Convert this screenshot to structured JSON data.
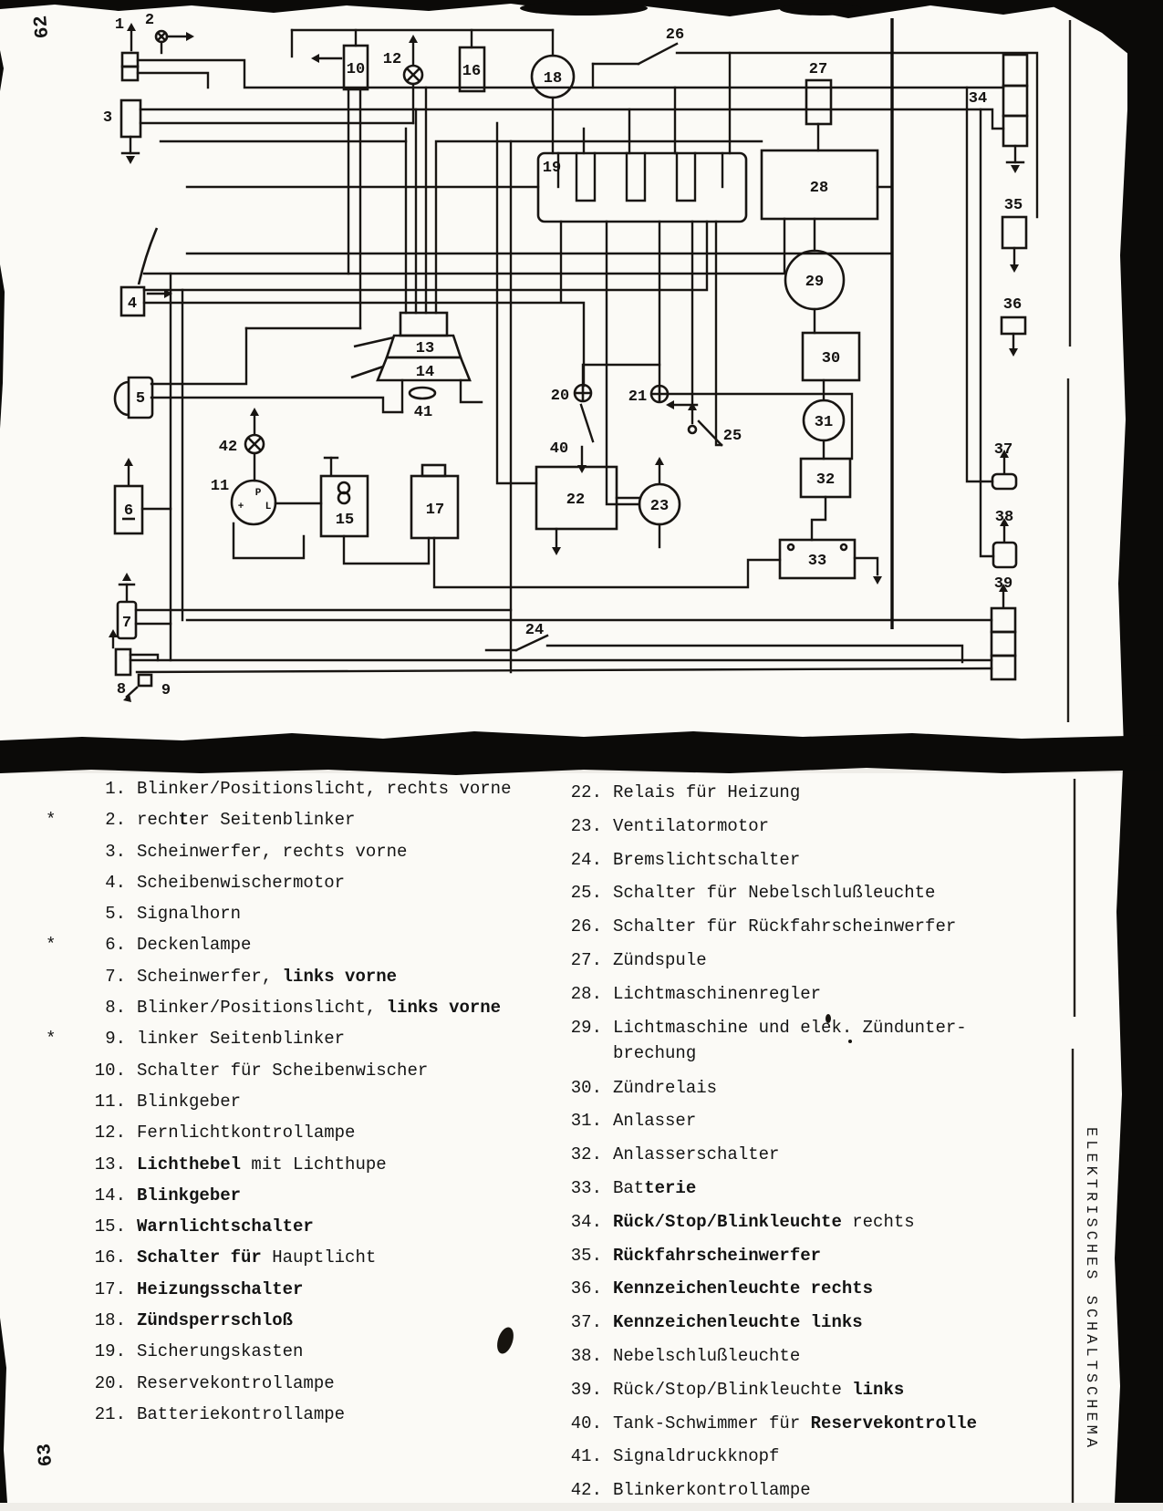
{
  "page": {
    "top_page_number": "62",
    "bottom_page_number": "63",
    "side_title": "ELEKTRISCHES  SCHALTSCHEMA"
  },
  "diagram": {
    "component_numbers": [
      "1",
      "2",
      "3",
      "4",
      "5",
      "6",
      "7",
      "8",
      "9",
      "10",
      "11",
      "12",
      "13",
      "14",
      "15",
      "16",
      "17",
      "18",
      "19",
      "20",
      "21",
      "22",
      "23",
      "24",
      "25",
      "26",
      "27",
      "28",
      "29",
      "30",
      "31",
      "32",
      "33",
      "34",
      "35",
      "36",
      "37",
      "38",
      "39",
      "40",
      "41",
      "42"
    ],
    "switch_marks": {
      "top": "P",
      "left": "+",
      "right": "L"
    }
  },
  "legend": {
    "left": [
      {
        "star": "",
        "num": "1.",
        "pre": "Blinker/Positionslicht, rechts vorne",
        "bold": "",
        "post": ""
      },
      {
        "star": "*",
        "num": "2.",
        "pre": "rech",
        "bold": "t",
        "post": "er Seitenblinker"
      },
      {
        "star": "",
        "num": "3.",
        "pre": "Scheinwerfer, rechts vorne",
        "bold": "",
        "post": ""
      },
      {
        "star": "",
        "num": "4.",
        "pre": "Scheibenwischermotor",
        "bold": "",
        "post": ""
      },
      {
        "star": "",
        "num": "5.",
        "pre": "Signalhorn",
        "bold": "",
        "post": ""
      },
      {
        "star": "*",
        "num": "6.",
        "pre": "Deckenlampe",
        "bold": "",
        "post": ""
      },
      {
        "star": "",
        "num": "7.",
        "pre": "Scheinwerfer, ",
        "bold": "links vorne",
        "post": ""
      },
      {
        "star": "",
        "num": "8.",
        "pre": "Blinker/Positionslicht, ",
        "bold": "links vorne",
        "post": ""
      },
      {
        "star": "*",
        "num": "9.",
        "pre": "linker Seitenblinker",
        "bold": "",
        "post": ""
      },
      {
        "star": "",
        "num": "10.",
        "pre": "Schalter für Scheibenwischer",
        "bold": "",
        "post": ""
      },
      {
        "star": "",
        "num": "11.",
        "pre": "Blinkgeber",
        "bold": "",
        "post": ""
      },
      {
        "star": "",
        "num": "12.",
        "pre": "Fernlichtkontrollampe",
        "bold": "",
        "post": ""
      },
      {
        "star": "",
        "num": "13.",
        "pre": "",
        "bold": "Lichthebel",
        "post": " mit Lichthupe"
      },
      {
        "star": "",
        "num": "14.",
        "pre": "",
        "bold": "Blinkgeber",
        "post": ""
      },
      {
        "star": "",
        "num": "15.",
        "pre": "",
        "bold": "Warnlichtschalter",
        "post": ""
      },
      {
        "star": "",
        "num": "16.",
        "pre": "",
        "bold": "Schalter für",
        "post": " Hauptlicht"
      },
      {
        "star": "",
        "num": "17.",
        "pre": "",
        "bold": "Heizungsschalter",
        "post": ""
      },
      {
        "star": "",
        "num": "18.",
        "pre": "",
        "bold": "Zündsperrschloß",
        "post": ""
      },
      {
        "star": "",
        "num": "19.",
        "pre": "Sicherungskasten",
        "bold": "",
        "post": ""
      },
      {
        "star": "",
        "num": "20.",
        "pre": "Reservekontrollampe",
        "bold": "",
        "post": ""
      },
      {
        "star": "",
        "num": "21.",
        "pre": "Batteriekontrollampe",
        "bold": "",
        "post": ""
      }
    ],
    "right": [
      {
        "num": "22.",
        "pre": "Relais für Heizung",
        "bold": "",
        "post": ""
      },
      {
        "num": "23.",
        "pre": "Ventilatormotor",
        "bold": "",
        "post": ""
      },
      {
        "num": "24.",
        "pre": "Bremslichtschalter",
        "bold": "",
        "post": ""
      },
      {
        "num": "25.",
        "pre": "Schalter für Nebelschlußleuchte",
        "bold": "",
        "post": ""
      },
      {
        "num": "26.",
        "pre": "Schalter für Rückfahrscheinwerfer",
        "bold": "",
        "post": ""
      },
      {
        "num": "27.",
        "pre": "Zündspule",
        "bold": "",
        "post": ""
      },
      {
        "num": "28.",
        "pre": "Lichtmaschinenregler",
        "bold": "",
        "post": ""
      },
      {
        "num": "29.",
        "pre": "Lichtmaschine und elek. Zündunter-\nbrechung",
        "bold": "",
        "post": ""
      },
      {
        "num": "30.",
        "pre": "Zündrelais",
        "bold": "",
        "post": ""
      },
      {
        "num": "31.",
        "pre": "Anlasser",
        "bold": "",
        "post": ""
      },
      {
        "num": "32.",
        "pre": "Anlasserschalter",
        "bold": "",
        "post": ""
      },
      {
        "num": "33.",
        "pre": "Bat",
        "bold": "terie",
        "post": ""
      },
      {
        "num": "34.",
        "pre": "",
        "bold": "Rück/Stop/Blinkleuchte",
        "post": " rechts"
      },
      {
        "num": "35.",
        "pre": "",
        "bold": "Rückfahrscheinwerfer",
        "post": ""
      },
      {
        "num": "36.",
        "pre": "",
        "bold": "Kennzeichenleuchte rechts",
        "post": ""
      },
      {
        "num": "37.",
        "pre": "",
        "bold": "Kennzeichenleuchte links",
        "post": ""
      },
      {
        "num": "38.",
        "pre": "Nebelschlußleuchte",
        "bold": "",
        "post": ""
      },
      {
        "num": "39.",
        "pre": "Rück/Stop/Blinkleuchte ",
        "bold": "links",
        "post": ""
      },
      {
        "num": "40.",
        "pre": "Tank-Schwimmer für ",
        "bold": "Reservekontrolle",
        "post": ""
      },
      {
        "num": "41.",
        "pre": "Signaldruckknopf",
        "bold": "",
        "post": ""
      },
      {
        "num": "42.",
        "pre": "Blinkerkontrollampe",
        "bold": "",
        "post": ""
      }
    ]
  }
}
